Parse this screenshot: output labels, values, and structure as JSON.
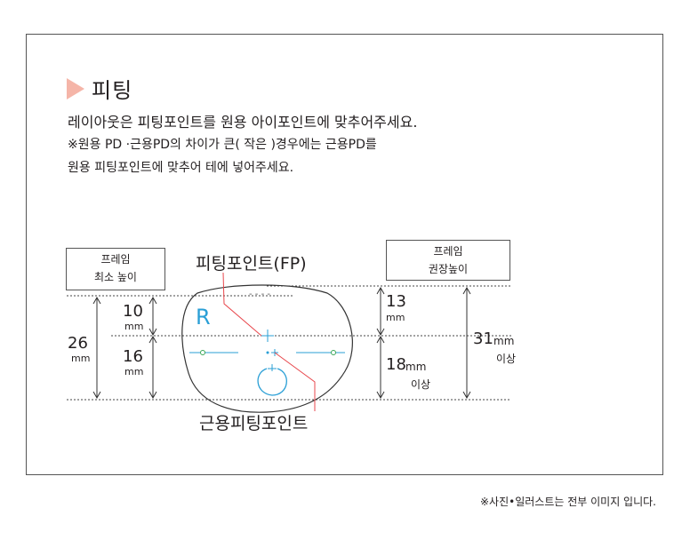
{
  "section": {
    "title": "피팅"
  },
  "description": {
    "line1": "레이아웃은 피팅포인트를 원용 아이포인트에 맞추어주세요.",
    "line2": "※원용 PD ·근용PD의 차이가 큰( 작은 )경우에는 근용PD를",
    "line3": "원용 피팅포인트에 맞추어 테에 넣어주세요."
  },
  "diagram": {
    "left_box": {
      "line1": "프레임",
      "line2": "최소 높이"
    },
    "right_box": {
      "line1": "프레임",
      "line2": "권장높이"
    },
    "fp_label": "피팅포인트(FP)",
    "near_fp_label": "근용피팅포인트",
    "lens_side": "R",
    "total_value": "26",
    "total_unit": "mm",
    "upper_value": "10",
    "upper_unit": "mm",
    "lower_value": "16",
    "lower_unit": "mm",
    "right_upper_value": "13",
    "right_upper_unit": "mm",
    "right_lower_value": "18",
    "right_lower_unit": "mm",
    "right_lower_note": "이상",
    "right_total_value": "31",
    "right_total_unit": "mm",
    "right_total_note": "이상",
    "colors": {
      "accent_line": "#e8474c",
      "lens_marks": "#2a9fd6",
      "marker_green": "#3aa655",
      "triangle": "#f5b5a8"
    }
  },
  "footnote": "※사진•일러스트는 전부 이미지 입니다."
}
